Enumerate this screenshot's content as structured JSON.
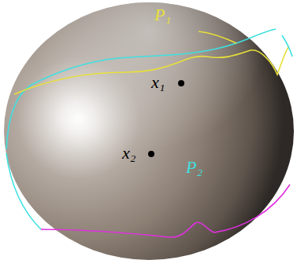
{
  "diagram": {
    "labels": [
      "P₁",
      "x₁",
      "x₂",
      "P₂"
    ]
  }
}
